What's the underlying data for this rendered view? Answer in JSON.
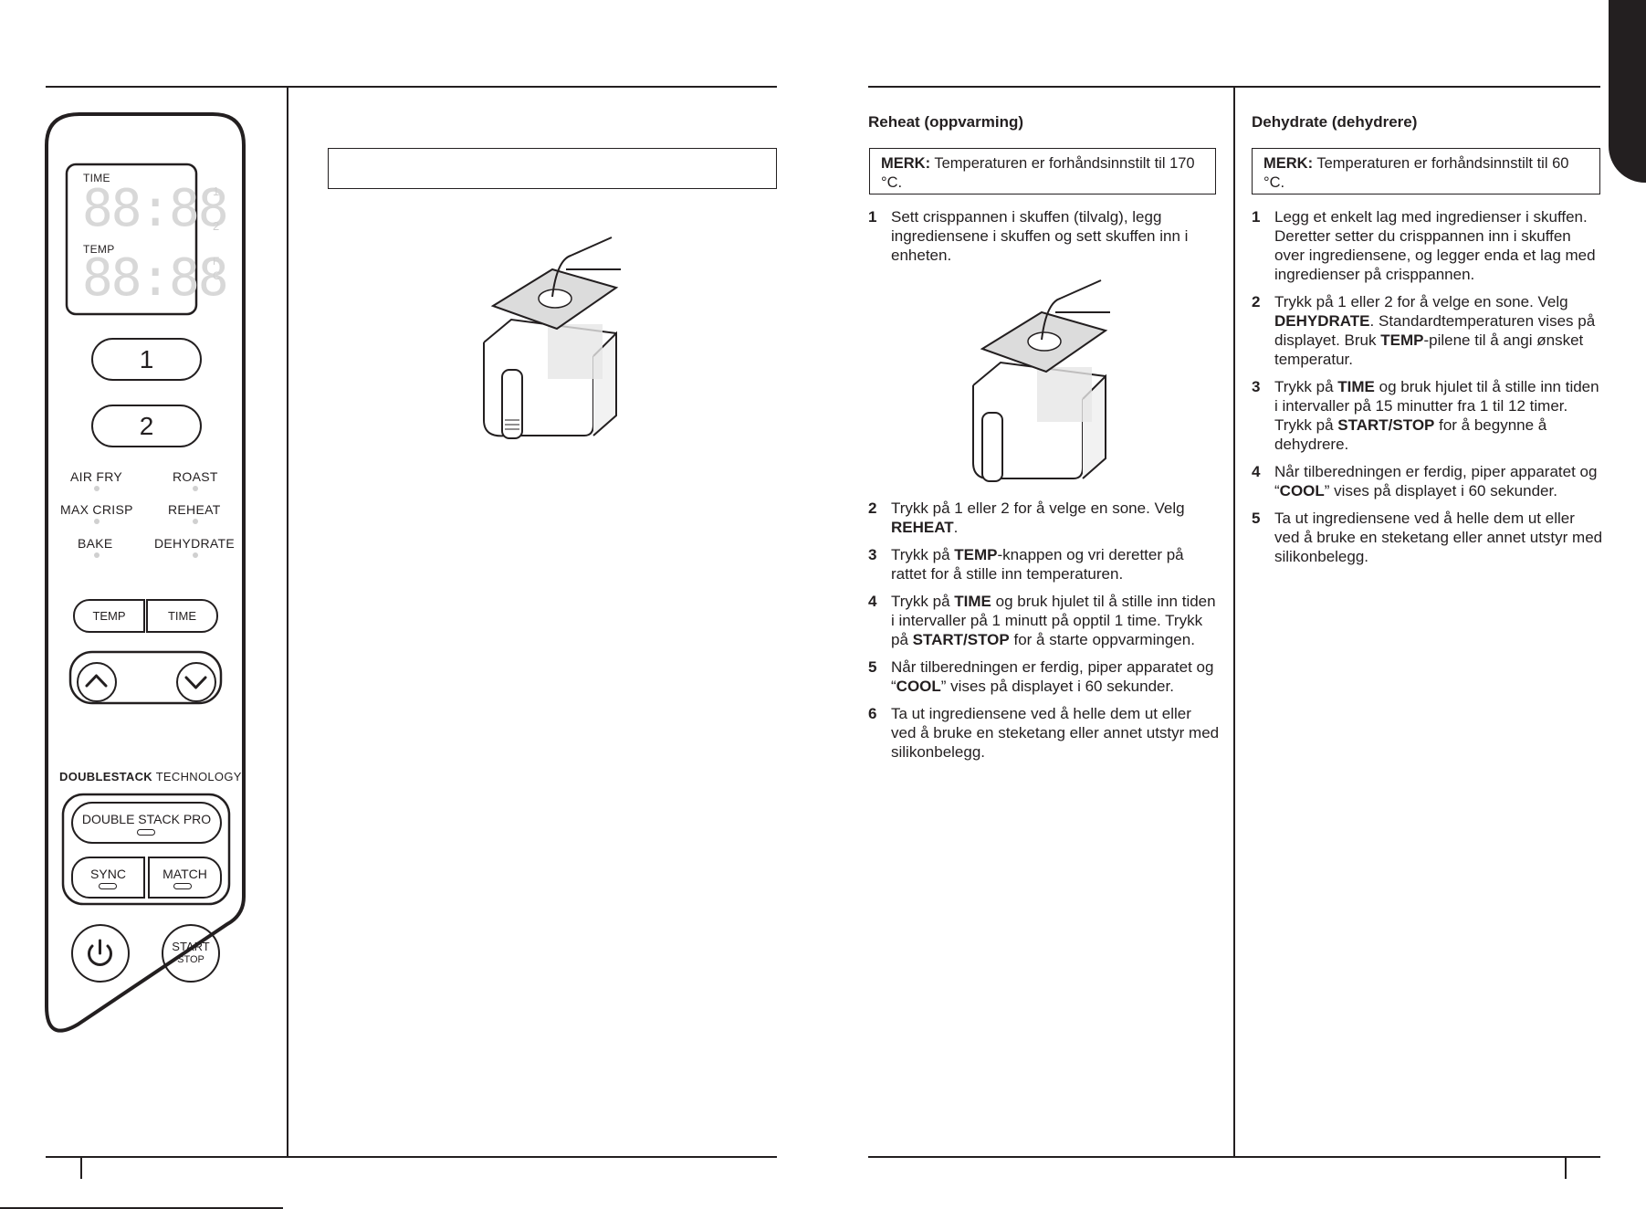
{
  "panel": {
    "display_time": "TIME",
    "display_temp": "TEMP",
    "display_digits": "88:88",
    "zone_1": "1",
    "zone_2": "2",
    "side_1": "1",
    "side_2": "2",
    "unit_f": "F",
    "unit_c": "C",
    "functions": [
      "AIR FRY",
      "ROAST",
      "MAX CRISP",
      "REHEAT",
      "BAKE",
      "DEHYDRATE"
    ],
    "temp_btn": "TEMP",
    "time_btn": "TIME",
    "tech_bold": "DOUBLESTACK",
    "tech_light": "TECHNOLOGY",
    "double_stack_pro": "DOUBLE STACK PRO",
    "sync": "SYNC",
    "match": "MATCH",
    "start": "START",
    "stop": "STOP",
    "icons": [
      "up-arrow-icon",
      "down-arrow-icon",
      "power-icon"
    ]
  },
  "reheat": {
    "title": "Reheat (oppvarming)",
    "note_bold": "MERK:",
    "note_text": " Temperaturen er forhåndsinnstilt til 170 °C.",
    "steps": [
      {
        "n": "1",
        "parts": [
          {
            "t": "Sett crisppannen i skuffen (tilvalg), legg ingrediensene i skuffen og sett skuffen inn i enheten."
          }
        ]
      },
      {
        "n": "2",
        "parts": [
          {
            "t": "Trykk på 1 eller 2 for å velge en sone. Velg "
          },
          {
            "t": "REHEAT",
            "b": true
          },
          {
            "t": "."
          }
        ]
      },
      {
        "n": "3",
        "parts": [
          {
            "t": "Trykk på "
          },
          {
            "t": "TEMP",
            "b": true
          },
          {
            "t": "-knappen og vri deretter på rattet for å stille inn temperaturen."
          }
        ]
      },
      {
        "n": "4",
        "parts": [
          {
            "t": "Trykk på "
          },
          {
            "t": "TIME",
            "b": true
          },
          {
            "t": " og bruk hjulet til å stille inn tiden i intervaller på 1 minutt på opptil 1 time. Trykk på "
          },
          {
            "t": "START/STOP",
            "b": true
          },
          {
            "t": " for å starte oppvarmingen."
          }
        ]
      },
      {
        "n": "5",
        "parts": [
          {
            "t": "Når tilberedningen er ferdig, piper apparatet og “"
          },
          {
            "t": "COOL",
            "b": true
          },
          {
            "t": "” vises på displayet i 60 sekunder."
          }
        ]
      },
      {
        "n": "6",
        "parts": [
          {
            "t": "Ta ut ingrediensene ved å helle dem ut eller ved å bruke en steketang eller annet utstyr med silikonbelegg."
          }
        ]
      }
    ]
  },
  "dehydrate": {
    "title": "Dehydrate (dehydrere)",
    "note_bold": "MERK:",
    "note_text": " Temperaturen er forhåndsinnstilt til 60 °C.",
    "steps": [
      {
        "n": "1",
        "parts": [
          {
            "t": "Legg et enkelt lag med ingredienser i skuffen. Deretter setter du crisppannen inn i skuffen over ingrediensene, og legger enda et lag med ingredienser på crisppannen."
          }
        ]
      },
      {
        "n": "2",
        "parts": [
          {
            "t": "Trykk på 1 eller 2 for å velge en sone. Velg "
          },
          {
            "t": "DEHYDRATE",
            "b": true
          },
          {
            "t": ". Standardtemperaturen vises på displayet. Bruk "
          },
          {
            "t": "TEMP",
            "b": true
          },
          {
            "t": "-pilene til å angi ønsket temperatur."
          }
        ]
      },
      {
        "n": "3",
        "parts": [
          {
            "t": "Trykk på "
          },
          {
            "t": "TIME",
            "b": true
          },
          {
            "t": " og bruk hjulet til å stille inn tiden i intervaller på 15 minutter fra 1 til 12 timer. Trykk på "
          },
          {
            "t": "START/STOP",
            "b": true
          },
          {
            "t": " for å begynne å dehydrere."
          }
        ]
      },
      {
        "n": "4",
        "parts": [
          {
            "t": "Når tilberedningen er ferdig, piper apparatet og “"
          },
          {
            "t": "COOL",
            "b": true
          },
          {
            "t": "” vises på displayet i 60 sekunder."
          }
        ]
      },
      {
        "n": "5",
        "parts": [
          {
            "t": "Ta ut ingrediensene ved å helle dem ut eller ved å bruke en steketang eller annet utstyr med silikonbelegg."
          }
        ]
      }
    ]
  }
}
